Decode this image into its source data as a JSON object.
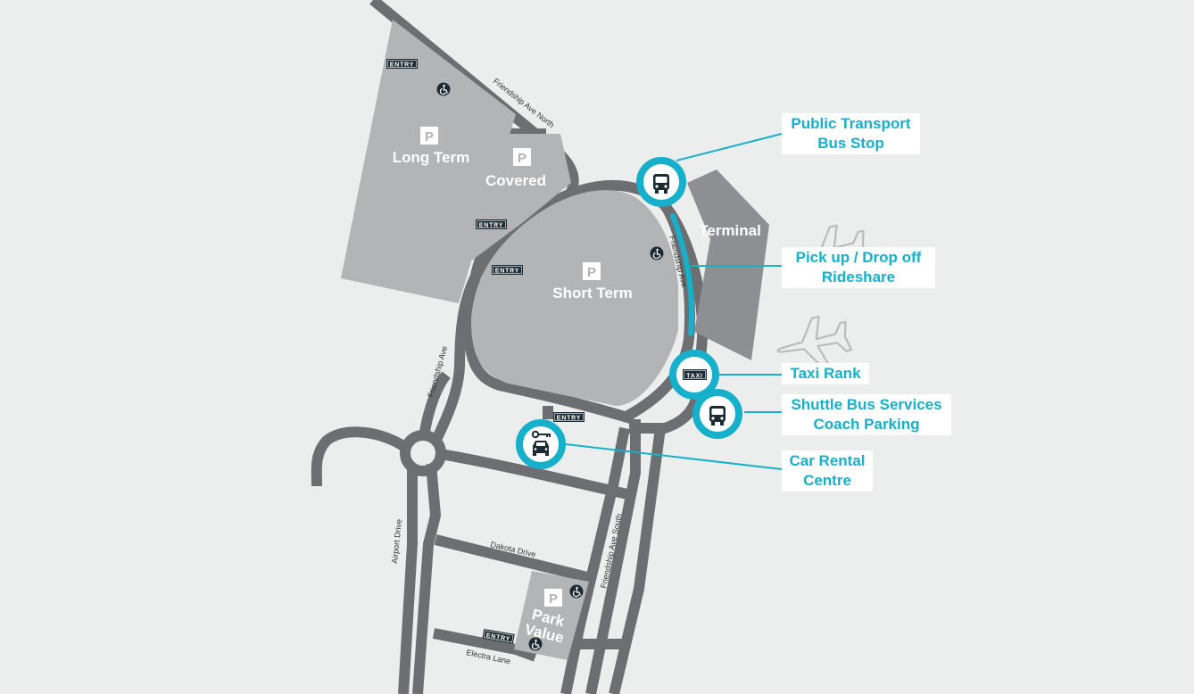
{
  "colors": {
    "background": "#eceeed",
    "road": "#6d6e71",
    "lot": "#b3b4b6",
    "terminal": "#8e8f92",
    "accent": "#17b0cb",
    "badge": "#1c2b33",
    "plane_outline": "#b9bbbd"
  },
  "lots": {
    "long_term": {
      "symbol": "P",
      "label": "Long Term"
    },
    "covered": {
      "symbol": "P",
      "label": "Covered"
    },
    "short_term": {
      "symbol": "P",
      "label": "Short Term"
    },
    "park_value": {
      "symbol": "P",
      "label_line1": "Park",
      "label_line2": "Value"
    }
  },
  "terminal": {
    "label": "Terminal"
  },
  "streets": {
    "friendship_ave_north": "Friendship Ave North",
    "friendship_ave_west": "Friendship Ave",
    "friendship_ave_terminal": "Friendship Ave",
    "friendship_ave_south": "Friendship Ave South",
    "airport_drive": "Airport Drive",
    "dakota_drive": "Dakota Drive",
    "electra_lane": "Electra Lane"
  },
  "entry_label": "ENTRY",
  "taxi_label": "TAXI",
  "icons": {
    "accessible": "accessible-parking-icon",
    "bus": "bus-icon",
    "taxi": "taxi-sign-icon",
    "car_rental": "car-key-icon",
    "plane": "airplane-icon"
  },
  "callouts": {
    "public_transport": {
      "line1": "Public Transport",
      "line2": "Bus Stop"
    },
    "pickup": {
      "line1": "Pick up / Drop off",
      "line2": "Rideshare"
    },
    "taxi_rank": {
      "line1": "Taxi Rank"
    },
    "shuttle": {
      "line1": "Shuttle Bus Services",
      "line2": "Coach Parking"
    },
    "car_rental": {
      "line1": "Car Rental",
      "line2": "Centre"
    }
  }
}
